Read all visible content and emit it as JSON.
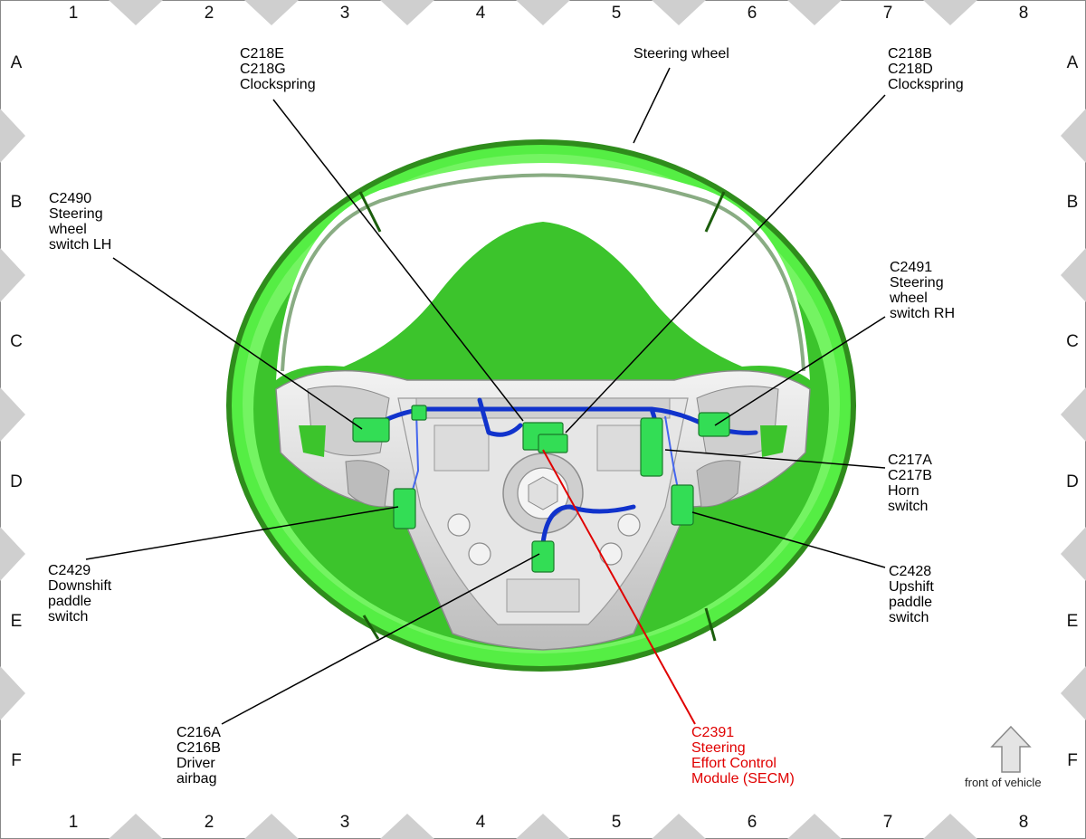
{
  "grid": {
    "columns": [
      "1",
      "2",
      "3",
      "4",
      "5",
      "6",
      "7",
      "8"
    ],
    "rows": [
      "A",
      "B",
      "C",
      "D",
      "E",
      "F"
    ]
  },
  "callouts": {
    "steering_wheel": [
      "Steering wheel"
    ],
    "c218e": [
      "C218E",
      "C218G",
      "Clockspring"
    ],
    "c218b": [
      "C218B",
      "C218D",
      "Clockspring"
    ],
    "c2490": [
      "C2490",
      "Steering",
      "wheel",
      "switch LH"
    ],
    "c2491": [
      "C2491",
      "Steering",
      "wheel",
      "switch RH"
    ],
    "c217a": [
      "C217A",
      "C217B",
      "Horn",
      "switch"
    ],
    "c2429": [
      "C2429",
      "Downshift",
      "paddle",
      "switch"
    ],
    "c2428": [
      "C2428",
      "Upshift",
      "paddle",
      "switch"
    ],
    "c216a": [
      "C216A",
      "C216B",
      "Driver",
      "airbag"
    ],
    "c2391": [
      "C2391",
      "Steering",
      "Effort Control",
      "Module (SECM)"
    ]
  },
  "front_indicator": {
    "label": "front of vehicle"
  },
  "colors": {
    "wheel_green": "#55ee44",
    "connector_green": "#33dd55",
    "harness_blue": "#1133cc",
    "highlight_red": "#e00000",
    "frame_gray": "#cfcfcf"
  }
}
